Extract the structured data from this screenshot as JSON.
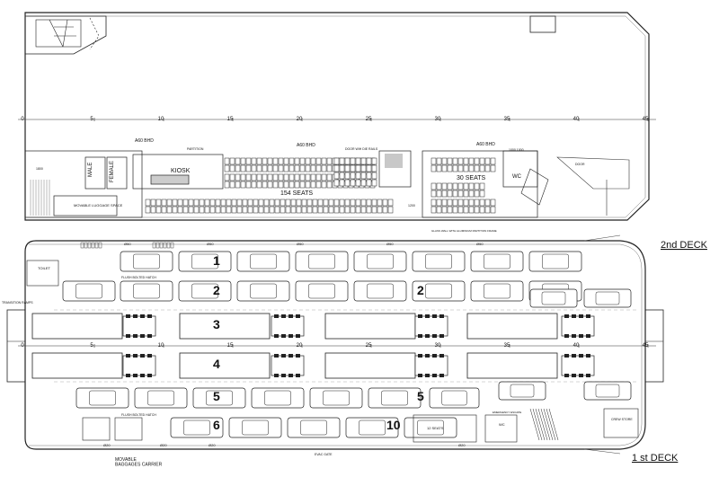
{
  "decks": {
    "upper_title": "2nd DECK",
    "lower_title": "1 st DECK"
  },
  "scale_labels": [
    "0",
    "5",
    "10",
    "15",
    "20",
    "25",
    "30",
    "35",
    "40",
    "45"
  ],
  "upper": {
    "room_labels": {
      "male": "MALE",
      "female": "FEMALE",
      "kiosk": "KIOSK",
      "movable_luggage": "MOVABLE LUGGAGE SPACE",
      "seats_main": "154 SEATS",
      "seats_aft": "30 SEATS",
      "wc": "WC"
    },
    "notes": {
      "a60_1": "A60 BHD",
      "a60_2": "A60 BHD",
      "a60_3": "A60 BHD",
      "partition": "PARTITION",
      "stair": "DOOR WIH DIE RAILS",
      "glass_wall": "GLASS WALL WITH ALUMINIUM PARTITION FRAME",
      "dim_1000": "1000",
      "dim_1200": "1200",
      "door_label": "DOOR",
      "dim_1800": "1800",
      "dim_1000b": "1000 1000"
    }
  },
  "lower": {
    "notes": {
      "flush_hatch_1": "FLUSH BOLTED HATCH",
      "flush_hatch_2": "FLUSH BOLTED HATCH",
      "movable_carrier": "MOVABLE\nBAGGAGES CARRIER",
      "transition_ramp": "TRANSITION RAMPS",
      "toilet": "TOILET",
      "seats": "12 SEATS",
      "wc": "WC",
      "evac": "EVAC GATE",
      "emergency": "EMERGENCY ESCAPE",
      "crew": "CREW STORE"
    },
    "lane_numbers": [
      "1",
      "2",
      "3",
      "4",
      "5",
      "6",
      "5",
      "10",
      "2"
    ],
    "fire_labels": [
      "Ø50",
      "Ø50",
      "Ø50",
      "Ø50",
      "Ø50",
      "Ø20",
      "Ø20",
      "Ø20",
      "Ø20"
    ]
  }
}
